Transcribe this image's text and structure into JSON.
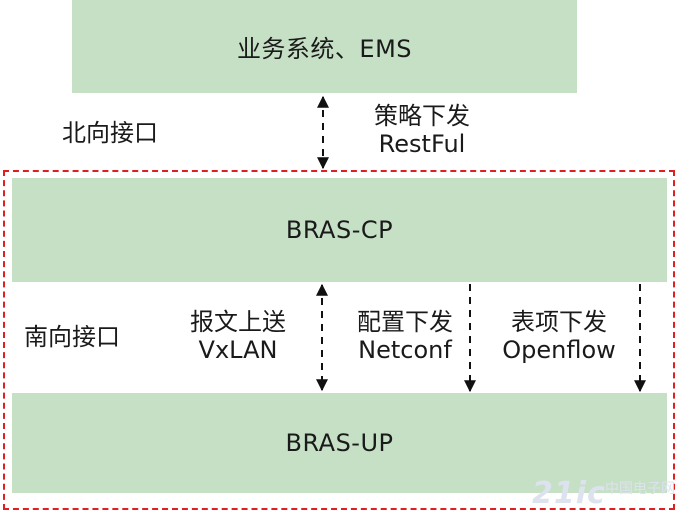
{
  "boxes": {
    "top": "业务系统、EMS",
    "cp": "BRAS-CP",
    "up": "BRAS-UP"
  },
  "labels": {
    "north": "北向接口",
    "south": "南向接口"
  },
  "arrows": {
    "policy": {
      "line1": "策略下发",
      "line2": "RestFul"
    },
    "report": {
      "line1": "报文上送",
      "line2": "VxLAN"
    },
    "config": {
      "line1": "配置下发",
      "line2": "Netconf"
    },
    "table": {
      "line1": "表项下发",
      "line2": "Openflow"
    }
  },
  "watermark": {
    "logo": "21ic",
    "text": "中国电子网"
  },
  "colors": {
    "box_fill": "#c6e0c6",
    "frame": "#e02020"
  }
}
